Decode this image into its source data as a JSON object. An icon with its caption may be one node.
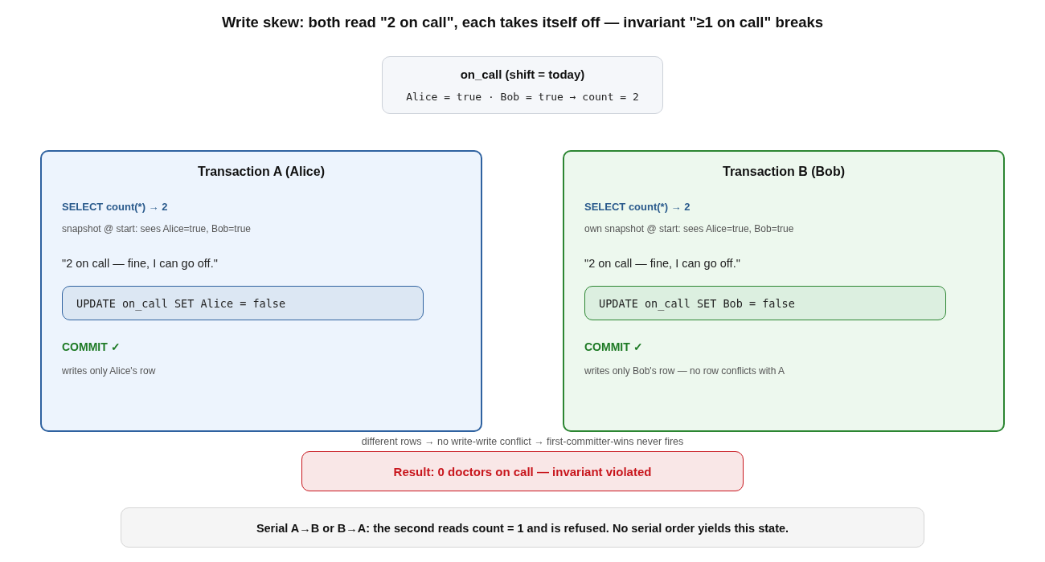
{
  "diagram": {
    "title": "Write skew: both read \"2 on call\", each takes itself off — invariant \"≥1 on call\" breaks",
    "nodes": [
      {
        "text": [
          "on_call (shift = today)",
          "Alice = true · Bob = true → count = 2"
        ]
      },
      {
        "text": [
          "Transaction A (Alice)",
          "SELECT count(*) → 2",
          "snapshot @ start: sees Alice=true, Bob=true",
          "\"2 on call — fine, I can go off.\"",
          "COMMIT ✓",
          "writes only Alice's row"
        ]
      },
      {
        "text": [
          "UPDATE on_call SET Alice = false"
        ],
        "in": 1
      },
      {
        "text": [
          "Transaction B (Bob)",
          "SELECT count(*) → 2",
          "own snapshot @ start: sees Alice=true, Bob=true",
          "\"2 on call — fine, I can go off.\"",
          "COMMIT ✓",
          "writes only Bob's row — no row conflicts with A"
        ]
      },
      {
        "text": [
          "UPDATE on_call SET Bob = false"
        ],
        "in": 3
      },
      {
        "text": [
          "Result: 0 doctors on call — invariant violated"
        ]
      },
      {
        "text": [
          "Serial A→B or B→A: the second reads count = 1 and is refused. No serial order yields this state."
        ]
      }
    ],
    "labels": [
      "different rows → no write-write conflict → first-committer-wins never fires"
    ]
  }
}
